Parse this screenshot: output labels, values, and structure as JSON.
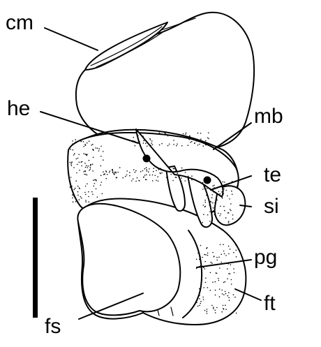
{
  "figure": {
    "labels": {
      "cm": "cm",
      "he": "he",
      "mb": "mb",
      "te": "te",
      "si": "si",
      "pg": "pg",
      "ft": "ft",
      "fs": "fs"
    },
    "colors": {
      "ink": "#000000",
      "paper": "#ffffff"
    }
  }
}
